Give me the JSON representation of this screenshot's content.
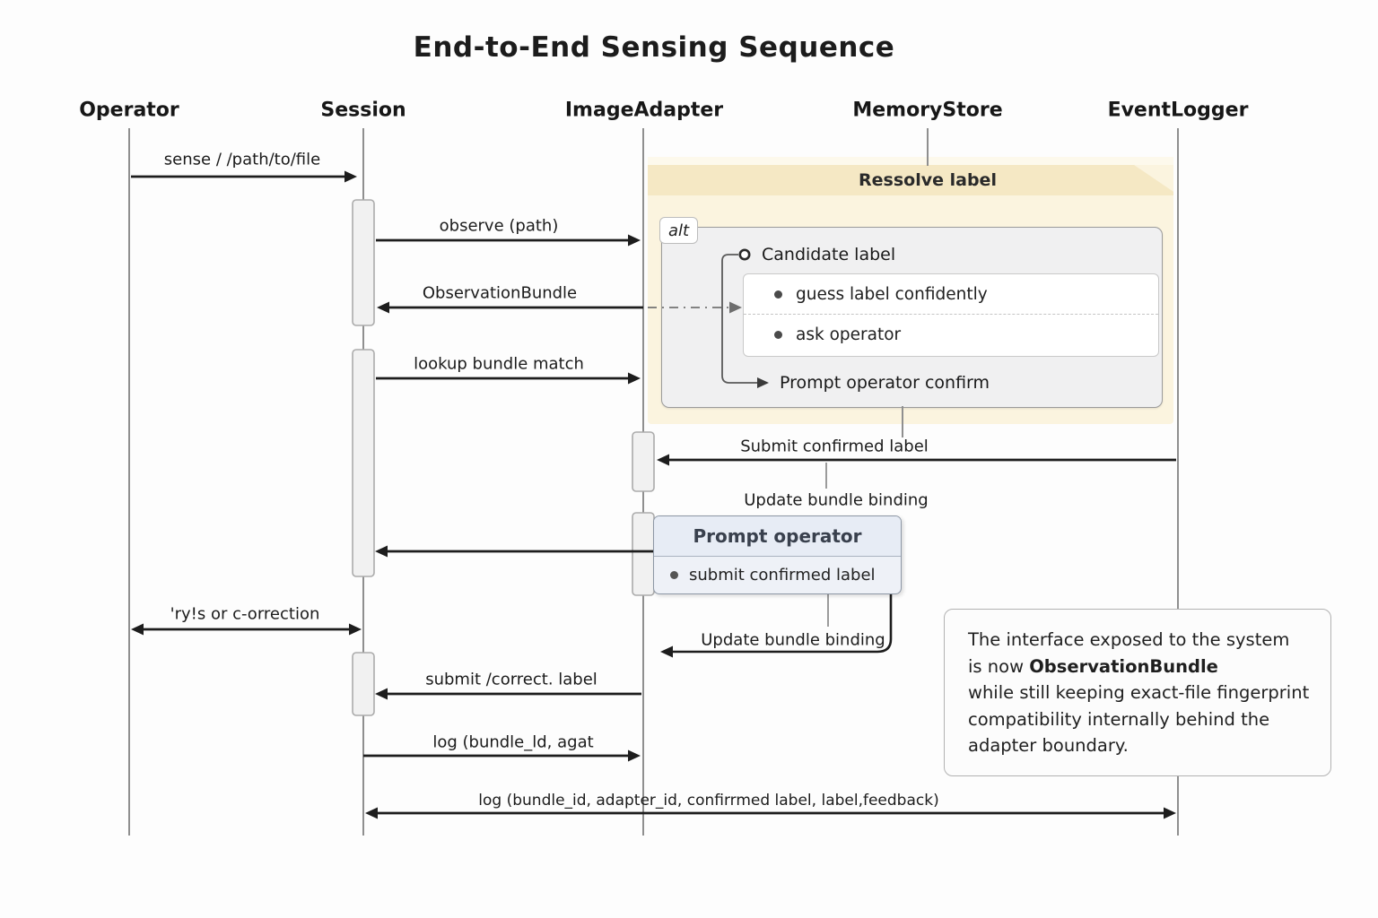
{
  "title": "End-to-End Sensing Sequence",
  "participants": {
    "operator": "Operator",
    "session": "Session",
    "image_adapter": "ImageAdapter",
    "memory_store": "MemoryStore",
    "event_logger": "EventLogger"
  },
  "group": {
    "title": "Ressolve label"
  },
  "alt_fragment": {
    "operator_label": "alt",
    "candidate_label": "Candidate label",
    "options": [
      "guess label confidently",
      "ask operator"
    ],
    "outcome": "Prompt operator confirm"
  },
  "messages": {
    "sense": "sense / /path/to/file",
    "observe": "observe (path)",
    "observation_bundle": "ObservationBundle",
    "lookup": "lookup bundle match",
    "submit_confirmed": "Submit confirmed label",
    "update_binding": "Update bundle binding",
    "retry": "'ry!s or c-orrection",
    "update_binding_2": "Update bundle binding",
    "submit_correct": "submit /correct. label",
    "log_short": "log (bundle_ld, agat",
    "log_full": "log (bundle_id, adapter_id, confirrmed label, label,feedback)"
  },
  "prompt_box": {
    "title": "Prompt operator",
    "item": "submit confirmed label"
  },
  "note": {
    "line1": "The interface exposed to the system",
    "line2_prefix": "is now ",
    "line2_bold": "ObservationBundle",
    "line3": "while still keeping exact-file fingerprint",
    "line4": "compatibility internally behind the",
    "line5": "adapter boundary."
  },
  "colors": {
    "group_fill": "#fbf4df",
    "group_band": "#f5e8c4",
    "alt_fill": "#f0f0f1",
    "prompt_header": "#e7ecf5",
    "prompt_body": "#eef1f7",
    "note_fill": "#fcfcfc",
    "arrow": "#1d1d1d",
    "lifeline": "#8f8f8f"
  }
}
